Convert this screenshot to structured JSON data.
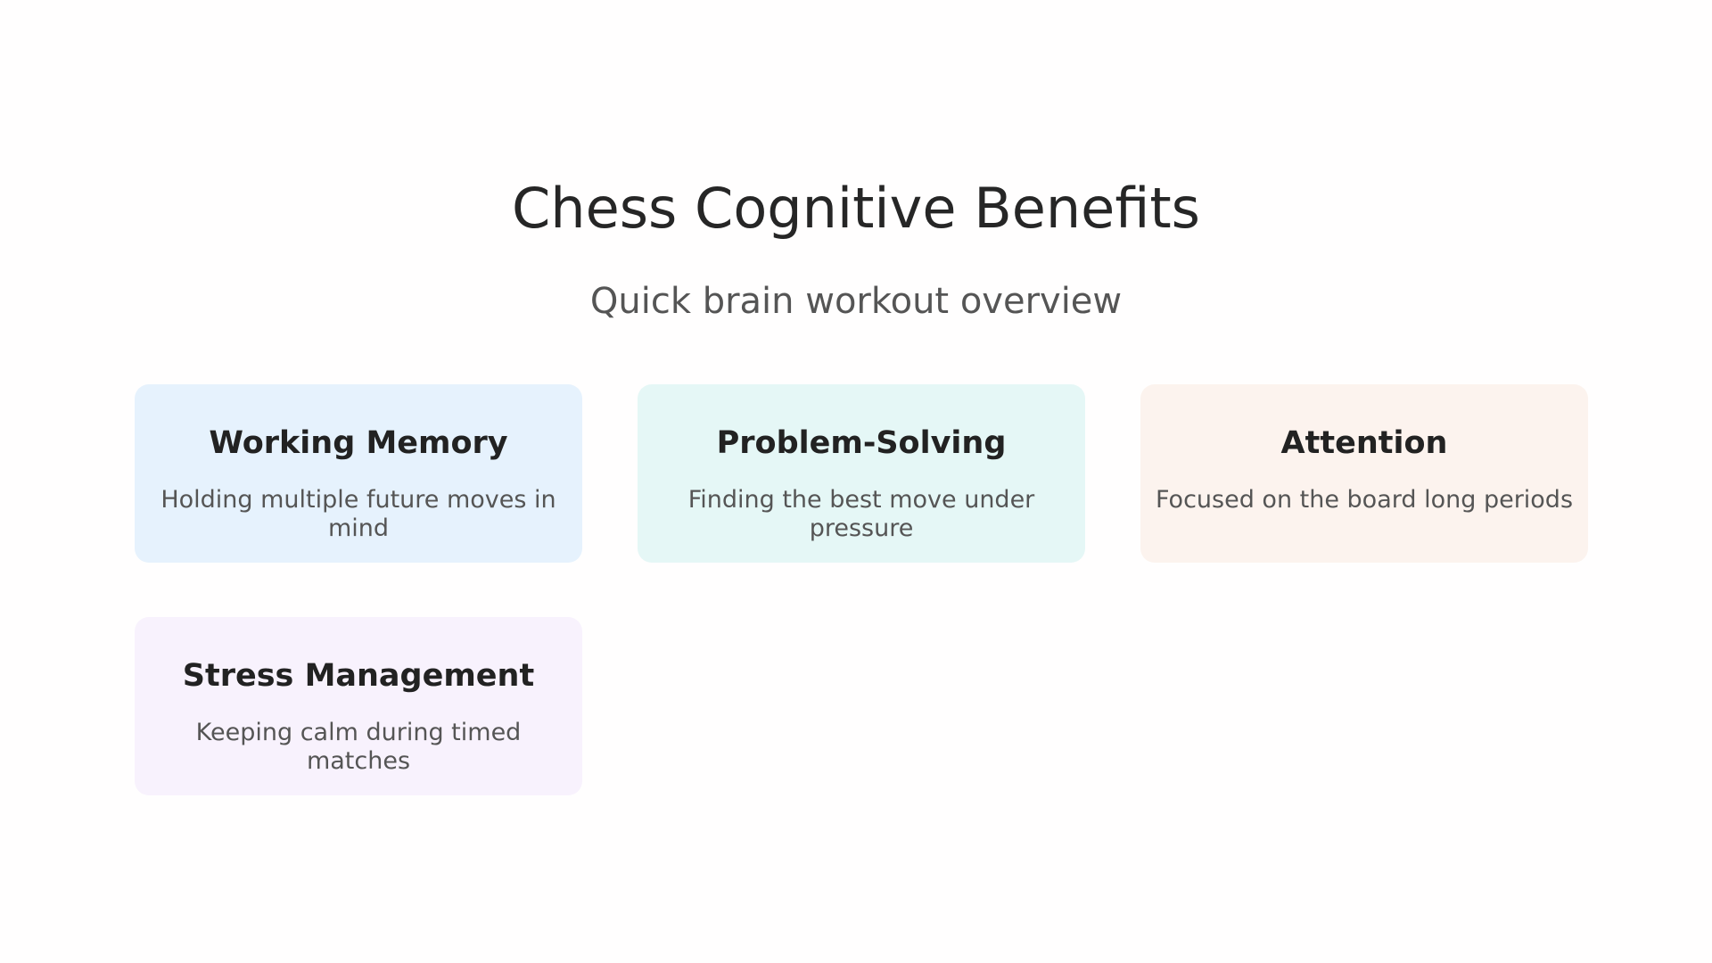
{
  "header": {
    "title": "Chess Cognitive Benefits",
    "subtitle": "Quick brain workout overview"
  },
  "cards": [
    {
      "title": "Working Memory",
      "description": "Holding multiple future moves in mind",
      "color": "#e6f2fd"
    },
    {
      "title": "Problem-Solving",
      "description": "Finding the best move under pressure",
      "color": "#e5f7f6"
    },
    {
      "title": "Attention",
      "description": "Focused on the board long periods",
      "color": "#fcf3ee"
    },
    {
      "title": "Stress Management",
      "description": "Keeping calm during timed matches",
      "color": "#f8f2fd"
    }
  ]
}
